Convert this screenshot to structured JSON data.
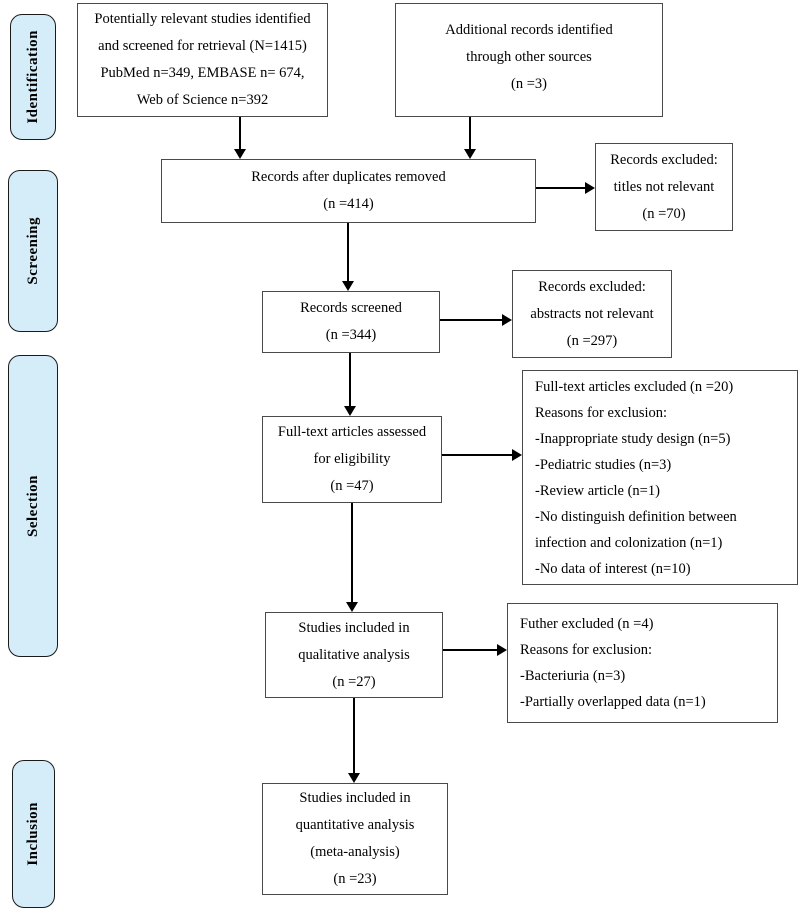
{
  "colors": {
    "background": "#ffffff",
    "sidebar_fill": "#d5edf8",
    "sidebar_border": "#1a1a1a",
    "box_border": "#4a4a4a",
    "box_fill": "#ffffff",
    "arrow": "#000000",
    "text": "#000000"
  },
  "sidebar": {
    "items": [
      {
        "label": "Identification"
      },
      {
        "label": "Screening"
      },
      {
        "label": "Selection"
      },
      {
        "label": "Inclusion"
      }
    ]
  },
  "boxes": {
    "identified": {
      "lines": [
        "Potentially relevant studies identified",
        "and screened for retrieval (N=1415)",
        "PubMed n=349, EMBASE n= 674,",
        "Web of Science n=392"
      ]
    },
    "additional": {
      "lines": [
        "Additional records identified",
        "through other sources",
        "(n =3)"
      ]
    },
    "duplicates_removed": {
      "lines": [
        "Records after duplicates removed",
        "(n =414)"
      ]
    },
    "excluded_titles": {
      "lines": [
        "Records excluded:",
        "titles not relevant",
        "(n =70)"
      ]
    },
    "screened": {
      "lines": [
        "Records screened",
        "(n =344)"
      ]
    },
    "excluded_abstracts": {
      "lines": [
        "Records excluded:",
        "abstracts not relevant",
        "(n =297)"
      ]
    },
    "fulltext_assessed": {
      "lines": [
        "Full-text articles assessed",
        "for eligibility",
        "(n =47)"
      ]
    },
    "fulltext_excluded": {
      "lines": [
        "Full-text articles excluded (n =20)",
        "Reasons for exclusion:",
        "-Inappropriate study design (n=5)",
        "-Pediatric studies (n=3)",
        "-Review article (n=1)",
        "-No distinguish definition between",
        "infection and colonization (n=1)",
        "-No data of interest (n=10)"
      ]
    },
    "qualitative": {
      "lines": [
        "Studies included in",
        "qualitative analysis",
        "(n =27)"
      ]
    },
    "further_excluded": {
      "lines": [
        "Futher excluded (n =4)",
        "Reasons for exclusion:",
        "-Bacteriuria (n=3)",
        "-Partially overlapped data (n=1)"
      ]
    },
    "quantitative": {
      "lines": [
        "Studies included in",
        "quantitative analysis",
        "(meta-analysis)",
        "(n =23)"
      ]
    }
  }
}
